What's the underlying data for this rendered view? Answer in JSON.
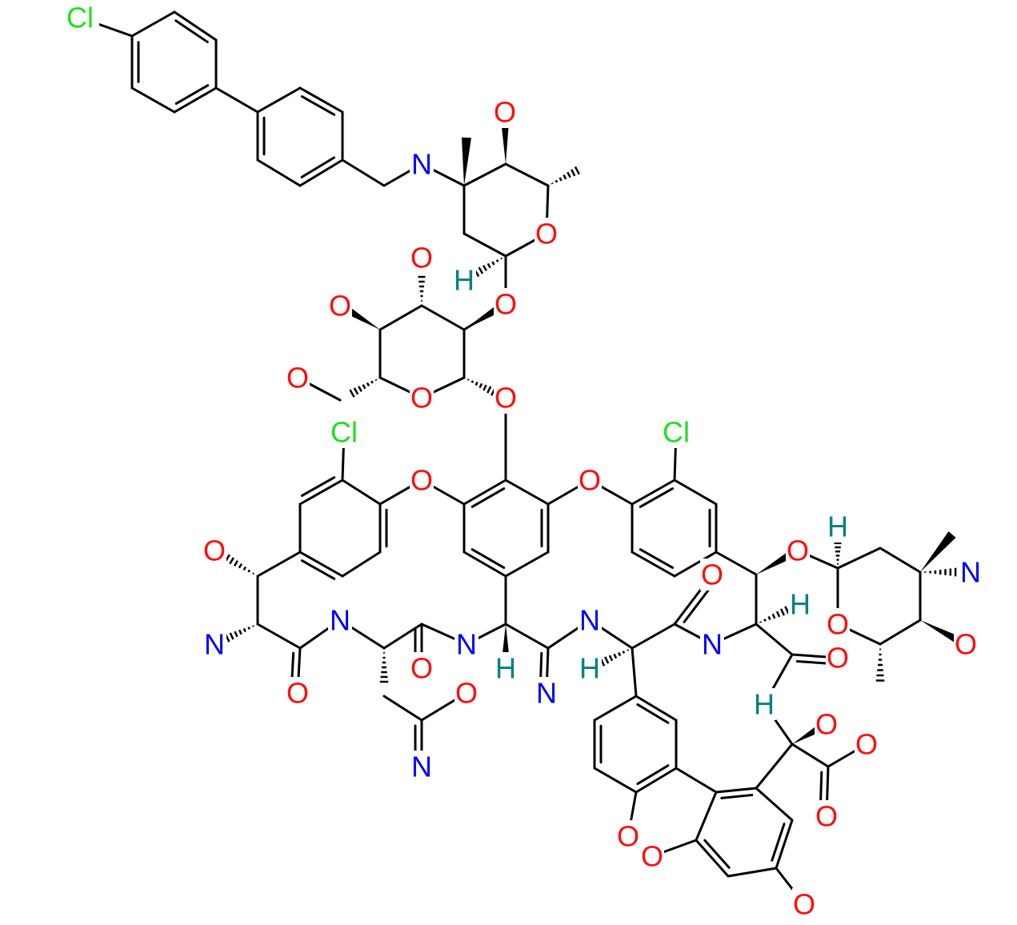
{
  "title": "Chemical structure diagram",
  "colors": {
    "O": "#ff0d0d",
    "N": "#0000ff",
    "Cl": "#1fdf1f",
    "H": "#008080",
    "C": "#000000"
  },
  "atoms": [
    "Cl",
    "N",
    "O",
    "O",
    "H",
    "O",
    "O",
    "O",
    "O",
    "O",
    "O",
    "Cl",
    "Cl",
    "O",
    "O",
    "O",
    "H",
    "O",
    "N",
    "O",
    "N",
    "N",
    "N",
    "O",
    "H",
    "N",
    "H",
    "N",
    "H",
    "O",
    "O",
    "O",
    "O",
    "N",
    "O",
    "N",
    "H",
    "O",
    "O",
    "O",
    "O",
    "O"
  ]
}
